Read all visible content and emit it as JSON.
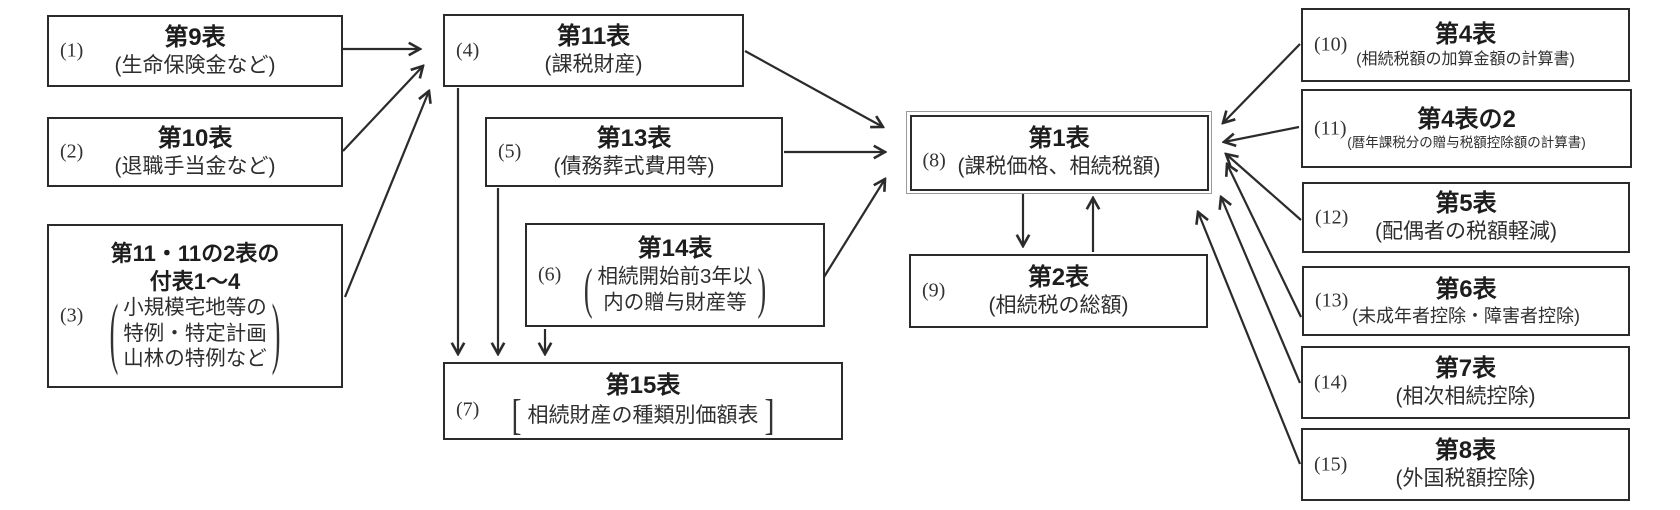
{
  "page": {
    "background": "#ffffff",
    "ink": "#2b2b2b",
    "description": "Flow diagram of Japanese inheritance tax return forms"
  },
  "diagram": {
    "boxes": [
      {
        "num": "(1)",
        "title": "第9表",
        "subtitle": "(生命保険金など)"
      },
      {
        "num": "(2)",
        "title": "第10表",
        "subtitle": "(退職手当金など)"
      },
      {
        "num": "(3)",
        "title_line1": "第11・11の2表の",
        "title_line2": "付表1〜4",
        "paren_lines": [
          "小規模宅地等の",
          "特例・特定計画",
          "山林の特例など"
        ]
      },
      {
        "num": "(4)",
        "title": "第11表",
        "subtitle": "(課税財産)"
      },
      {
        "num": "(5)",
        "title": "第13表",
        "subtitle": "(債務葬式費用等)"
      },
      {
        "num": "(6)",
        "title": "第14表",
        "paren_lines": [
          "相続開始前3年以",
          "内の贈与財産等"
        ]
      },
      {
        "num": "(7)",
        "title": "第15表",
        "bracket_text": "相続財産の種類別価額表"
      },
      {
        "num": "(8)",
        "title": "第1表",
        "subtitle": "(課税価格、相続税額)"
      },
      {
        "num": "(9)",
        "title": "第2表",
        "subtitle": "(相続税の総額)"
      },
      {
        "num": "(10)",
        "title": "第4表",
        "subtitle": "(相続税額の加算金額の計算書)"
      },
      {
        "num": "(11)",
        "title": "第4表の2",
        "subtitle": "(暦年課税分の贈与税額控除額の計算書)"
      },
      {
        "num": "(12)",
        "title": "第5表",
        "subtitle": "(配偶者の税額軽減)"
      },
      {
        "num": "(13)",
        "title": "第6表",
        "subtitle": "(未成年者控除・障害者控除)"
      },
      {
        "num": "(14)",
        "title": "第7表",
        "subtitle": "(相次相続控除)"
      },
      {
        "num": "(15)",
        "title": "第8表",
        "subtitle": "(外国税額控除)"
      }
    ],
    "connections": [
      {
        "from": "(1)",
        "to": "(4)"
      },
      {
        "from": "(2)",
        "to": "(4)"
      },
      {
        "from": "(3)",
        "to": "(4)"
      },
      {
        "from": "(4)",
        "to": "(7)"
      },
      {
        "from": "(5)",
        "to": "(7)"
      },
      {
        "from": "(6)",
        "to": "(7)"
      },
      {
        "from": "(4)",
        "to": "(8)"
      },
      {
        "from": "(5)",
        "to": "(8)"
      },
      {
        "from": "(6)",
        "to": "(8)"
      },
      {
        "from": "(8)",
        "to": "(9)"
      },
      {
        "from": "(9)",
        "to": "(8)"
      },
      {
        "from": "(10)",
        "to": "(8)"
      },
      {
        "from": "(11)",
        "to": "(8)"
      },
      {
        "from": "(12)",
        "to": "(8)"
      },
      {
        "from": "(13)",
        "to": "(8)"
      },
      {
        "from": "(14)",
        "to": "(8)"
      },
      {
        "from": "(15)",
        "to": "(8)"
      }
    ]
  }
}
